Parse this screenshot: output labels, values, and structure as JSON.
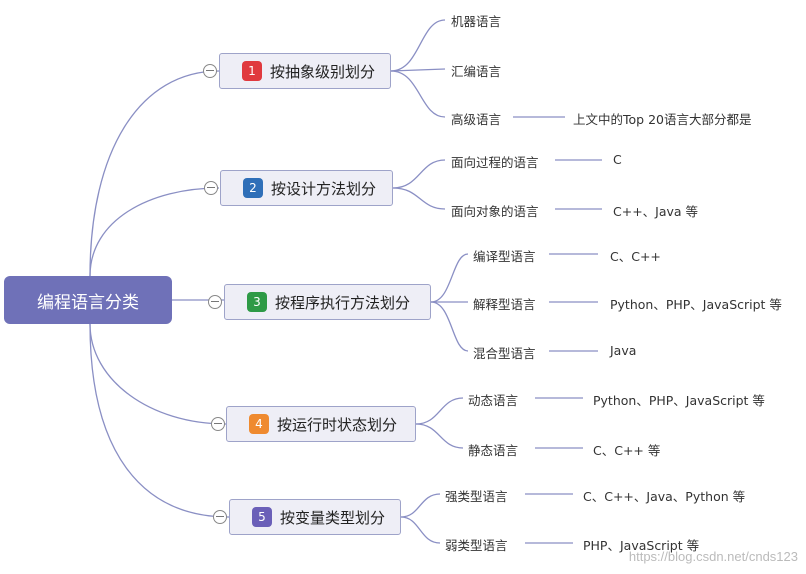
{
  "root": {
    "label": "编程语言分类"
  },
  "branches": [
    {
      "num": "1",
      "label": "按抽象级别划分",
      "color": "#e0393e",
      "leaves": [
        {
          "label": "机器语言"
        },
        {
          "label": "汇编语言"
        },
        {
          "label": "高级语言",
          "detail": "上文中的Top 20语言大部分都是"
        }
      ]
    },
    {
      "num": "2",
      "label": "按设计方法划分",
      "color": "#2f6fb8",
      "leaves": [
        {
          "label": "面向过程的语言",
          "detail": "C"
        },
        {
          "label": "面向对象的语言",
          "detail": "C++、Java 等"
        }
      ]
    },
    {
      "num": "3",
      "label": "按程序执行方法划分",
      "color": "#2e9a46",
      "leaves": [
        {
          "label": "编译型语言",
          "detail": "C、C++"
        },
        {
          "label": "解释型语言",
          "detail": "Python、PHP、JavaScript 等"
        },
        {
          "label": "混合型语言",
          "detail": "Java"
        }
      ]
    },
    {
      "num": "4",
      "label": "按运行时状态划分",
      "color": "#ef8a2f",
      "leaves": [
        {
          "label": "动态语言",
          "detail": "Python、PHP、JavaScript 等"
        },
        {
          "label": "静态语言",
          "detail": "C、C++ 等"
        }
      ]
    },
    {
      "num": "5",
      "label": "按变量类型划分",
      "color": "#6a5fb8",
      "leaves": [
        {
          "label": "强类型语言",
          "detail": "C、C++、Java、Python 等"
        },
        {
          "label": "弱类型语言",
          "detail": "PHP、JavaScript 等"
        }
      ]
    }
  ],
  "watermark": "https://blog.csdn.net/cnds123"
}
